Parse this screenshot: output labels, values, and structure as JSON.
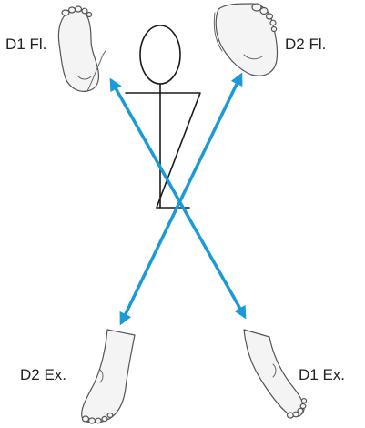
{
  "labels": {
    "d1_flexion": "D1 Fl.",
    "d2_flexion": "D2 Fl.",
    "d2_extension": "D2 Ex.",
    "d1_extension": "D1 Ex."
  },
  "colors": {
    "diagonal_arrow": "#1a9ad6",
    "stick_figure": "#1a1a1a",
    "foot_outline": "#555555",
    "label_text": "#222222"
  },
  "icons": {
    "figure": "stick-figure-icon",
    "feet": [
      "foot-d1-flexion-icon",
      "foot-d2-flexion-icon",
      "foot-d2-extension-icon",
      "foot-d1-extension-icon"
    ]
  }
}
